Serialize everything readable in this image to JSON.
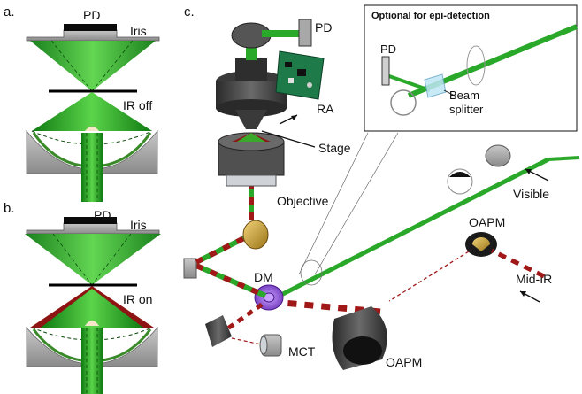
{
  "panel_a": {
    "tag": "a.",
    "detector": "PD",
    "aperture": "Iris",
    "state": "IR off"
  },
  "panel_b": {
    "tag": "b.",
    "detector": "PD",
    "aperture": "Iris",
    "state": "IR on"
  },
  "panel_c": {
    "tag": "c.",
    "detector": "PD",
    "amplifier": "RA",
    "stage": "Stage",
    "objective": "Objective",
    "visible_beam": "Visible",
    "parabolic_mirror_top": "OAPM",
    "ir_beam": "Mid-IR",
    "dichroic_mirror": "DM",
    "parabolic_mirror_bottom": "OAPM",
    "ir_detector": "MCT"
  },
  "inset": {
    "title": "Optional for epi-detection",
    "detector": "PD",
    "splitter_line1": "Beam",
    "splitter_line2": "splitter"
  },
  "colors": {
    "visible_green": "#2db52d",
    "ir_red": "#a01818",
    "amplifier_pcb": "#1f7a4a",
    "dichroic_purple": "#8a4fd6",
    "mirror_gold": "#c9a23a"
  }
}
